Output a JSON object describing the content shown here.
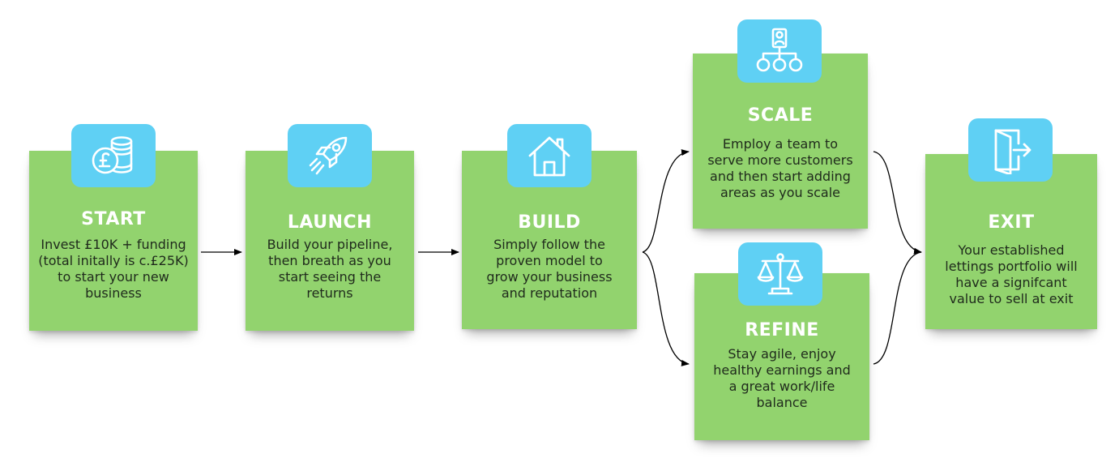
{
  "colors": {
    "card": "#92d36e",
    "icon_box": "#5fd0f4",
    "title": "#ffffff",
    "text": "#1f2a1c",
    "arrow": "#000000"
  },
  "steps": [
    {
      "title": "START",
      "text": "Invest £10K + funding\n(total initally is c.£25K)\nto start your new\nbusiness",
      "icon": "coins-pound-icon"
    },
    {
      "title": "LAUNCH",
      "text": "Build your pipeline,\nthen breath as you\nstart seeing the\nreturns",
      "icon": "rocket-icon"
    },
    {
      "title": "BUILD",
      "text": "Simply follow the\nproven model to\ngrow your business\nand reputation",
      "icon": "house-icon"
    },
    {
      "title": "SCALE",
      "text": "Employ a team to\nserve more customers\nand then start adding\nareas as you scale",
      "icon": "org-chart-icon"
    },
    {
      "title": "REFINE",
      "text": "Stay agile, enjoy\nhealthy earnings and\na great work/life\nbalance",
      "icon": "scales-icon"
    },
    {
      "title": "EXIT",
      "text": "Your established\nlettings portfolio will\nhave a signifcant\nvalue to sell at exit",
      "icon": "exit-door-icon"
    }
  ]
}
